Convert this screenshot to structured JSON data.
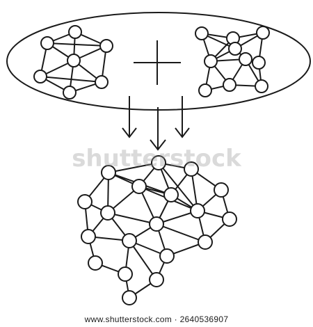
{
  "watermark": {
    "text": "shutterstock",
    "stock_id": "www.shutterstock.com · 2640536907"
  },
  "colors": {
    "stroke": "#1a1a1a",
    "node_fill": "#ffffff",
    "background": "#ffffff"
  },
  "icons": [
    "network-graph-left",
    "plus-sign",
    "network-graph-right",
    "down-arrows",
    "brain-network"
  ]
}
